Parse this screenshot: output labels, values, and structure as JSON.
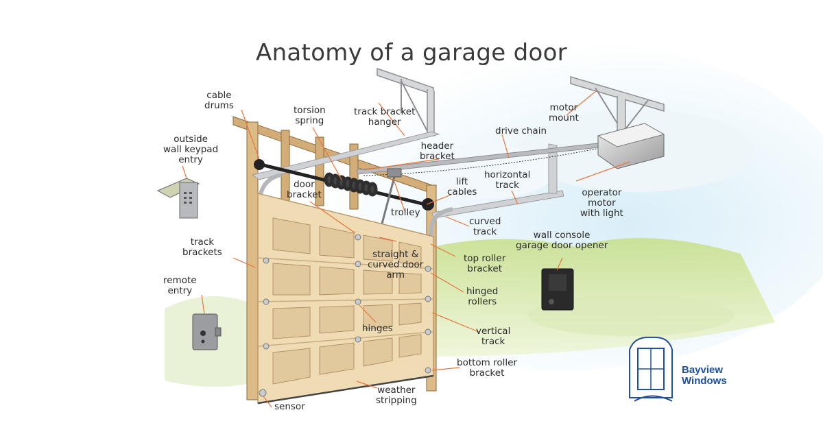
{
  "title": "Anatomy of a garage door",
  "labels": {
    "cable_drums": [
      "cable",
      "drums"
    ],
    "torsion_spring": [
      "torsion",
      "spring"
    ],
    "track_bracket_hanger": [
      "track bracket",
      "hanger"
    ],
    "motor_mount": [
      "motor",
      "mount"
    ],
    "outside_wall_keypad": [
      "outside",
      "wall keypad",
      "entry"
    ],
    "header_bracket": [
      "header",
      "bracket"
    ],
    "drive_chain": [
      "drive chain"
    ],
    "door_bracket": [
      "door",
      "bracket"
    ],
    "lift_cables": [
      "lift",
      "cables"
    ],
    "horizontal_track": [
      "horizontal",
      "track"
    ],
    "trolley": [
      "trolley"
    ],
    "operator_motor": [
      "operator",
      "motor",
      "with light"
    ],
    "curved_track": [
      "curved",
      "track"
    ],
    "door_arm": [
      "straight &",
      "curved door",
      "arm"
    ],
    "wall_console": [
      "wall console",
      "garage door opener"
    ],
    "track_brackets": [
      "track",
      "brackets"
    ],
    "top_roller_bracket": [
      "top roller",
      "bracket"
    ],
    "remote_entry": [
      "remote",
      "entry"
    ],
    "hinged_rollers": [
      "hinged",
      "rollers"
    ],
    "hinges": [
      "hinges"
    ],
    "vertical_track": [
      "vertical",
      "track"
    ],
    "bottom_roller_bracket": [
      "bottom roller",
      "bracket"
    ],
    "weather_stripping": [
      "weather",
      "stripping"
    ],
    "sensor": [
      "sensor"
    ]
  },
  "brand": [
    "Bayview",
    "Windows"
  ],
  "colors": {
    "leader_line": "#e8743b",
    "door_panel": "#efdcb4",
    "wood_frame": "#d2ad78",
    "track_metal": "#c7c9cc",
    "sky": "#d8ecf6",
    "grass": "#b9d77a",
    "brand_blue": "#1f4f9e"
  },
  "icons": [
    "keypad-icon",
    "remote-icon",
    "wall-console-icon",
    "opener-motor-icon",
    "bayview-logo"
  ]
}
